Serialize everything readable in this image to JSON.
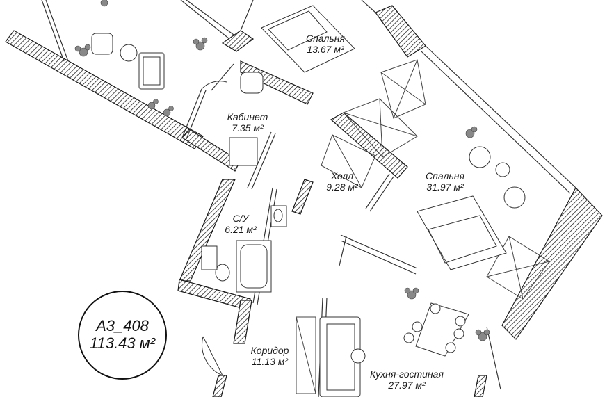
{
  "apartment": {
    "code": "А3_408",
    "total_area": "113.43 м²"
  },
  "rooms": [
    {
      "id": "bedroom-small",
      "name": "Спальня",
      "area": "13.67 м²"
    },
    {
      "id": "study",
      "name": "Кабинет",
      "area": "7.35 м²"
    },
    {
      "id": "hall",
      "name": "Холл",
      "area": "9.28 м²"
    },
    {
      "id": "bedroom-large",
      "name": "Спальня",
      "area": "31.97 м²"
    },
    {
      "id": "bathroom",
      "name": "С/У",
      "area": "6.21 м²"
    },
    {
      "id": "corridor",
      "name": "Коридор",
      "area": "11.13 м²"
    },
    {
      "id": "kitchen-living",
      "name": "Кухня-гостиная",
      "area": "27.97 м²"
    }
  ],
  "colors": {
    "wall_fill": "#ffffff",
    "wall_stroke": "#1a1a1a",
    "line": "#333333",
    "plant": "#555555"
  }
}
